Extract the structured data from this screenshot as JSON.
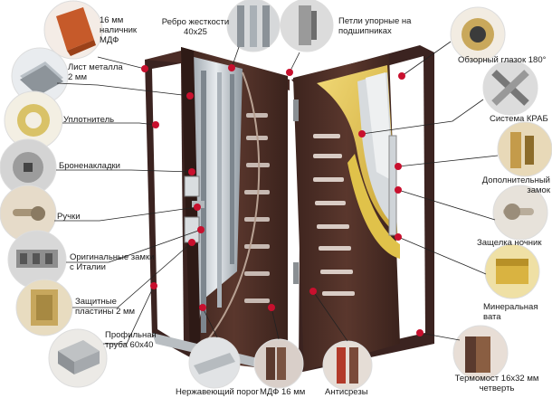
{
  "labels": {
    "nalichnik_mdf": "16 мм\nналичник\nМДФ",
    "list_metalla": "Лист металла\n2 мм",
    "uplotnitel": "Уплотнитель",
    "bronenakladki": "Броненакладки",
    "ruchki": "Ручки",
    "zamki_italia": "Оригинальные замки\nс Италии",
    "zashchitnye_plastiny": "Защитные\nпластины 2 мм",
    "profilnaya_truba": "Профильная\nтруба 60х40",
    "rebro_zhestkosti": "Ребро жесткости\n40х25",
    "petli": "Петли упорные на\nподшипниках",
    "glazok": "Обзорный глазок 180°",
    "krab": "Система КРАБ",
    "dop_zamok": "Дополнительный\nзамок",
    "zashchelka": "Защелка ночник",
    "mineral_vata": "Минеральная\nвата",
    "termomost": "Термомост 16х32 мм\nчетверть",
    "porog": "Нержавеющий порог",
    "mdf_16": "МДФ 16 мм",
    "antisrezy": "Антисрезы"
  },
  "colors": {
    "accent_red": "#c8102e",
    "door_brown": "#4a2c24",
    "frame_brown": "#3b2320",
    "insulation": "#e0c24a",
    "steel": "#c7cdd3"
  }
}
